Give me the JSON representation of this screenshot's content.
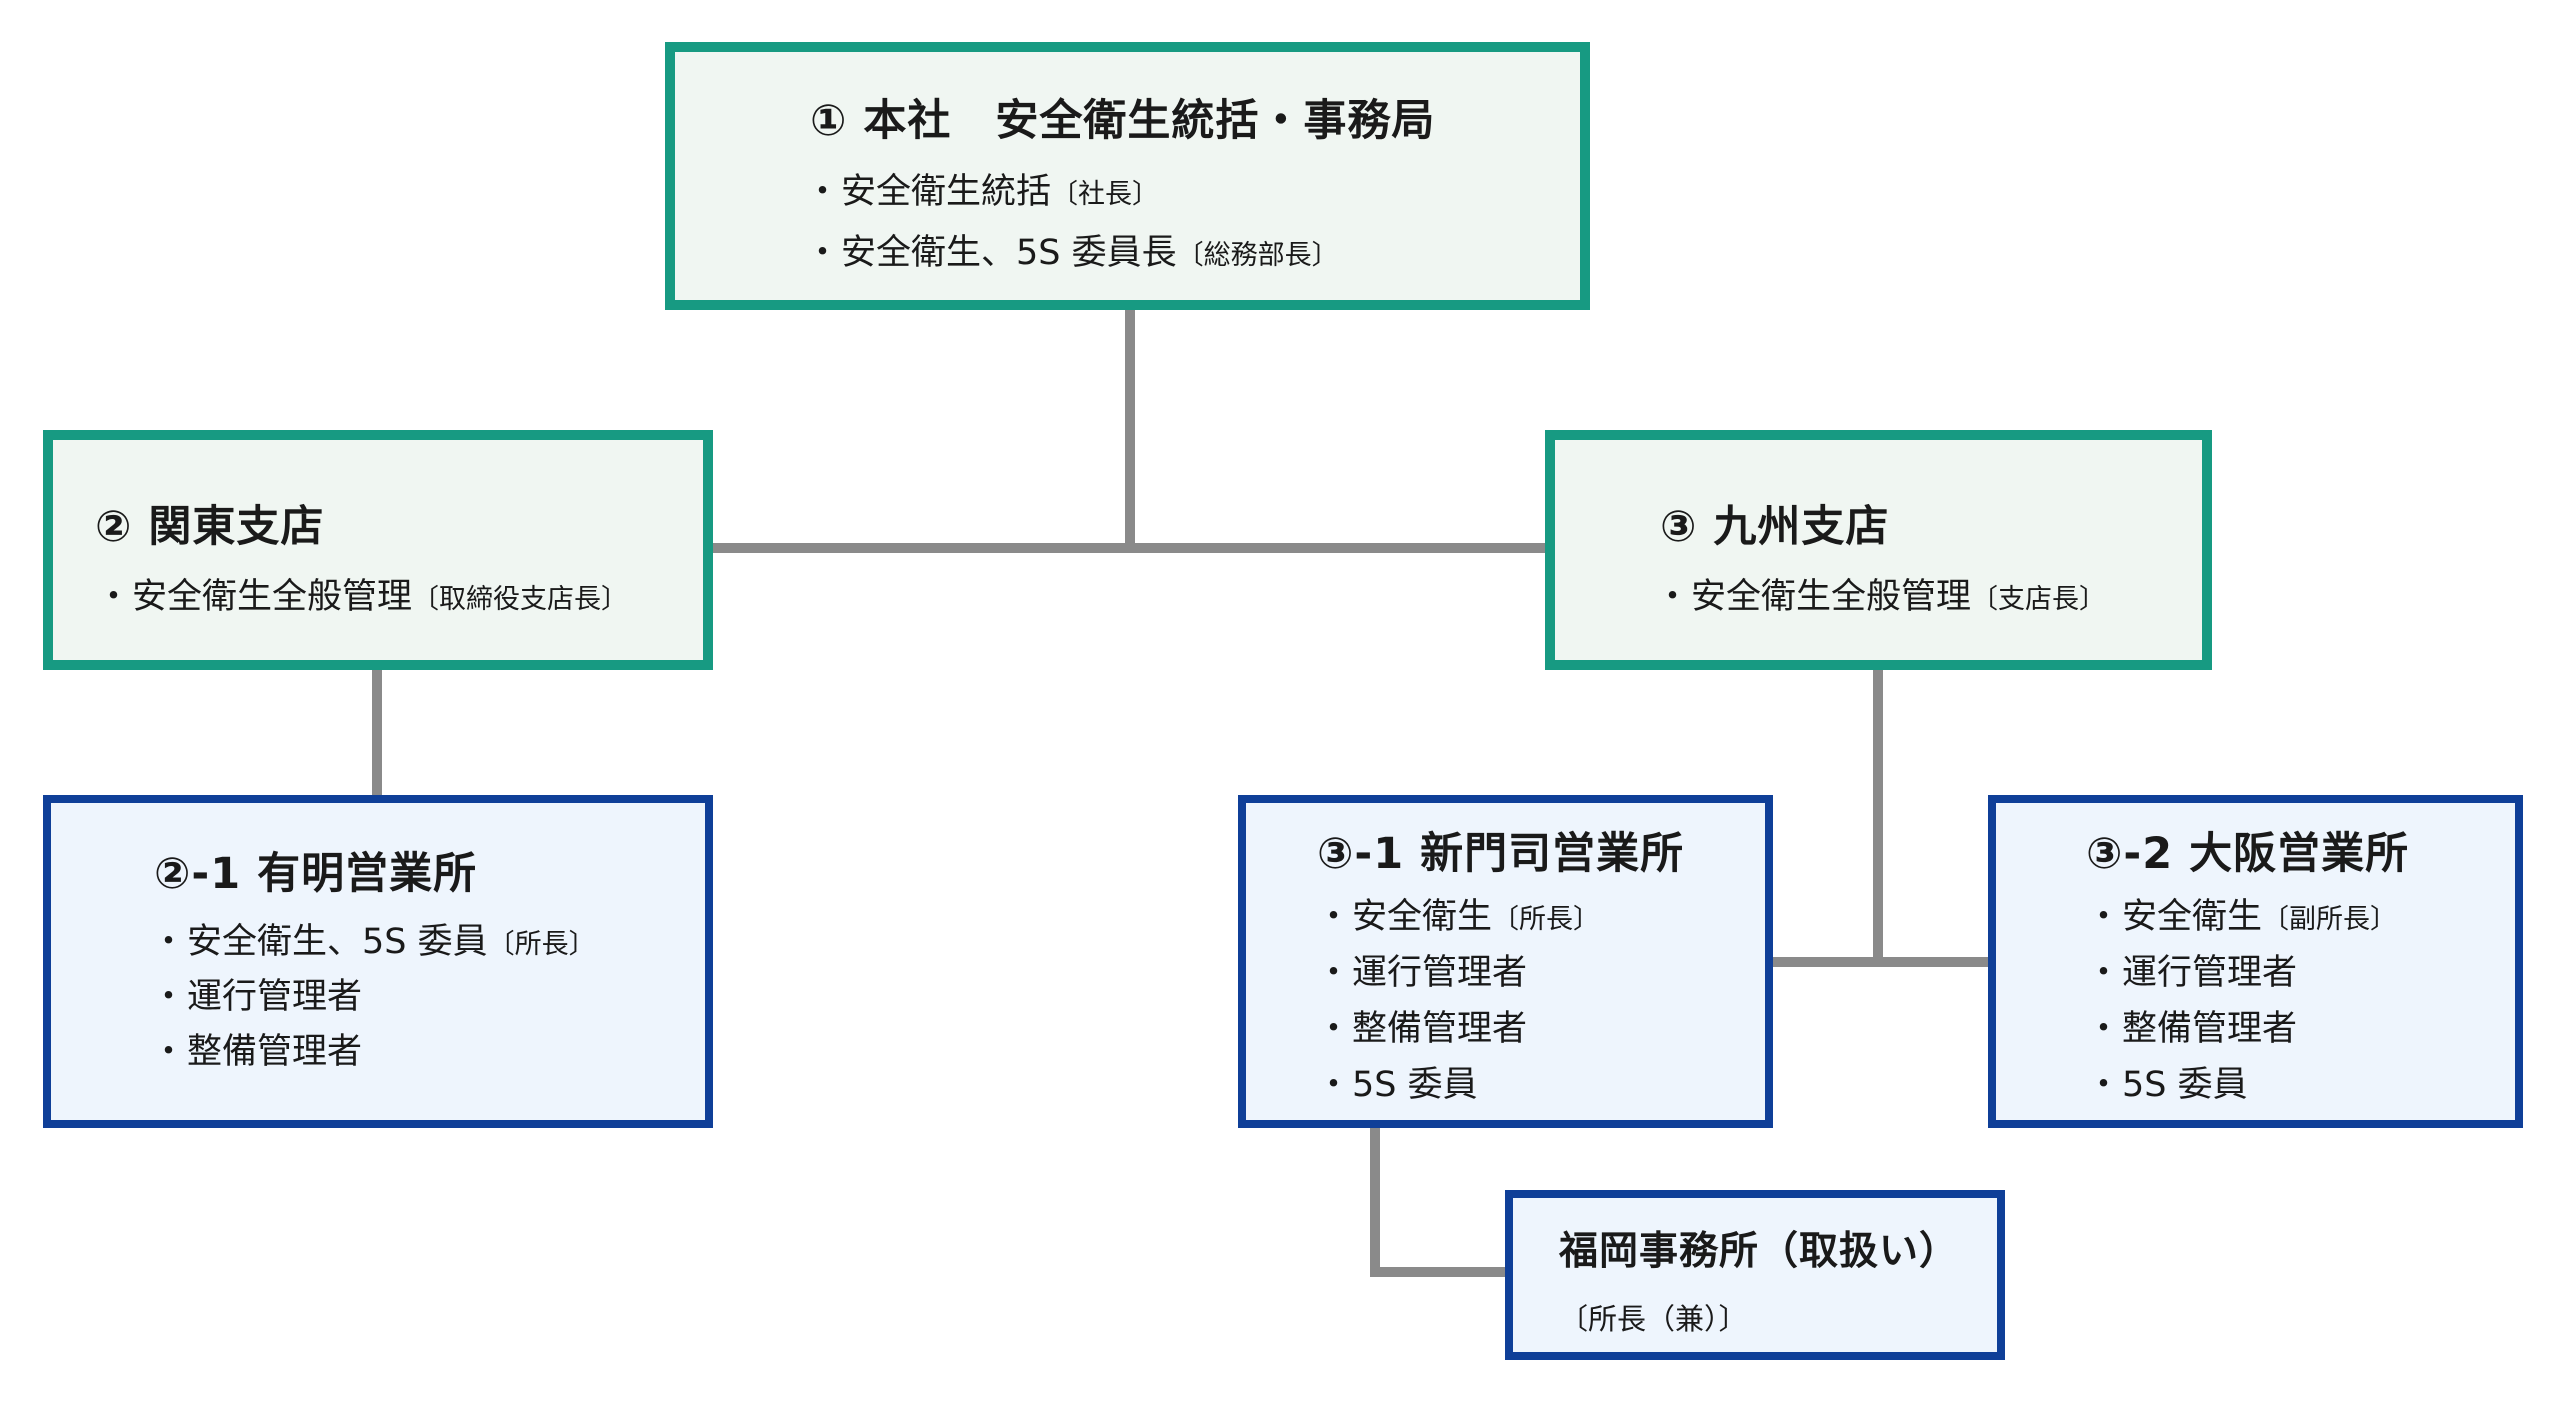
{
  "hq": {
    "title": "① 本社　安全衛生統括・事務局",
    "items": [
      {
        "text": "安全衛生統括",
        "note": "〔社長〕"
      },
      {
        "text": "安全衛生、5S 委員長",
        "note": "〔総務部長〕"
      }
    ]
  },
  "kanto": {
    "title": "② 関東支店",
    "items": [
      {
        "text": "安全衛生全般管理",
        "note": "〔取締役支店長〕"
      }
    ]
  },
  "kyushu": {
    "title": "③ 九州支店",
    "items": [
      {
        "text": "安全衛生全般管理",
        "note": "〔支店長〕"
      }
    ]
  },
  "ariake": {
    "title": "②-1 有明営業所",
    "items": [
      {
        "text": "安全衛生、5S 委員",
        "note": "〔所長〕"
      },
      {
        "text": "運行管理者",
        "note": ""
      },
      {
        "text": "整備管理者",
        "note": ""
      }
    ]
  },
  "shinmoji": {
    "title": "③-1 新門司営業所",
    "items": [
      {
        "text": "安全衛生",
        "note": "〔所長〕"
      },
      {
        "text": "運行管理者",
        "note": ""
      },
      {
        "text": "整備管理者",
        "note": ""
      },
      {
        "text": "5S 委員",
        "note": ""
      }
    ]
  },
  "osaka": {
    "title": "③-2 大阪営業所",
    "items": [
      {
        "text": "安全衛生",
        "note": "〔副所長〕"
      },
      {
        "text": "運行管理者",
        "note": ""
      },
      {
        "text": "整備管理者",
        "note": ""
      },
      {
        "text": "5S 委員",
        "note": ""
      }
    ]
  },
  "fukuoka": {
    "title": "福岡事務所（取扱い）",
    "note": "〔所長（兼）〕"
  },
  "bullet": "・",
  "colors": {
    "green_border": "#179a82",
    "green_fill": "#f0f6f2",
    "blue_border": "#0f3f98",
    "blue_fill": "#eef5fd",
    "connector": "#8a8a8a"
  }
}
